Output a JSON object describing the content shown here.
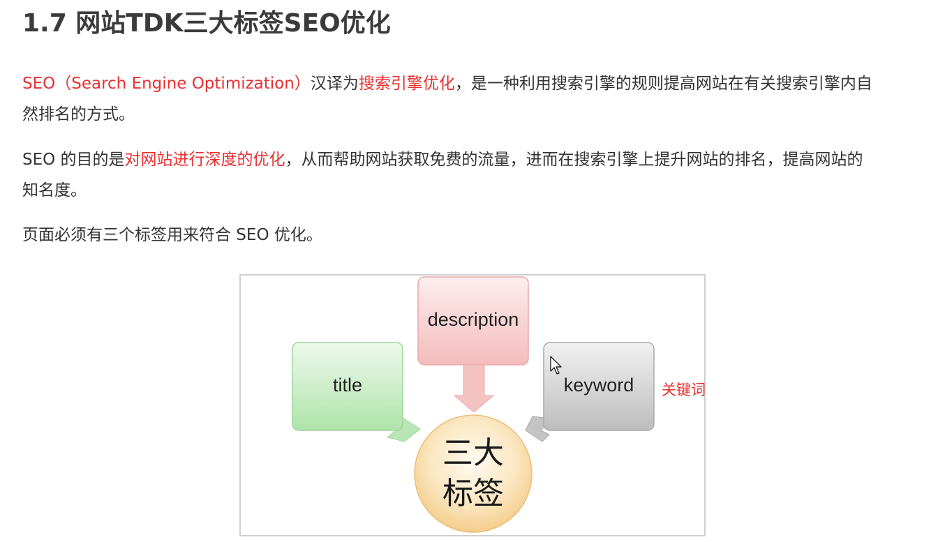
{
  "heading": "1.7 网站TDK三大标签SEO优化",
  "paragraph1": {
    "seo_term": "SEO（Search Engine Optimization）",
    "text_a": "汉译为",
    "highlight": "搜索引擎优化",
    "text_b": "，是一种利用搜索引擎的规则提高网站在有关搜索引擎内自然排名的方式。"
  },
  "paragraph2": {
    "text_a": "SEO 的目的是",
    "highlight": "对网站进行深度的优化",
    "text_b": "，从而帮助网站获取免费的流量，进而在搜索引擎上提升网站的排名，提高网站的知名度。"
  },
  "paragraph3": "页面必须有三个标签用来符合 SEO 优化。",
  "diagram": {
    "boxes": {
      "title": "title",
      "description": "description",
      "keyword": "keyword"
    },
    "center": "三大标签",
    "annotation": "关键词"
  },
  "colors": {
    "accent_red": "#e8302f",
    "title_box": "#b8e6b5",
    "description_box": "#f7c9c9",
    "keyword_box": "#c9c9c9",
    "center_circle": "#f8d9a3"
  },
  "icons": {
    "cursor": "mouse-pointer-icon"
  }
}
